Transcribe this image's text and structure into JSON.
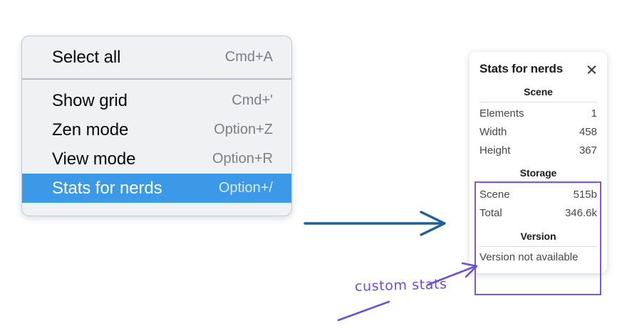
{
  "context_menu": {
    "sections": [
      {
        "name": "primary",
        "items": [
          {
            "label": "Select all",
            "shortcut": "Cmd+A",
            "selected": false
          }
        ]
      },
      {
        "name": "view",
        "items": [
          {
            "label": "Show grid",
            "shortcut": "Cmd+'",
            "selected": false
          },
          {
            "label": "Zen mode",
            "shortcut": "Option+Z",
            "selected": false
          },
          {
            "label": "View mode",
            "shortcut": "Option+R",
            "selected": false
          },
          {
            "label": "Stats for nerds",
            "shortcut": "Option+/",
            "selected": true
          }
        ]
      }
    ],
    "selected_item_color": "#3c99e8"
  },
  "stats_panel": {
    "title": "Stats for nerds",
    "close_icon": "close-icon",
    "groups": [
      {
        "title": "Scene",
        "rows": [
          {
            "key": "Elements",
            "value": "1"
          },
          {
            "key": "Width",
            "value": "458"
          },
          {
            "key": "Height",
            "value": "367"
          }
        ]
      },
      {
        "title": "Storage",
        "rows": [
          {
            "key": "Scene",
            "value": "515b"
          },
          {
            "key": "Total",
            "value": "346.6k"
          }
        ]
      },
      {
        "title": "Version",
        "note": "Version not available",
        "rows": []
      }
    ]
  },
  "annotations": {
    "handwritten_label": "custom stats",
    "handwriting_color": "#6b4fd4",
    "highlight_color": "#7b5bd4",
    "arrow_color": "#1f5fa0"
  }
}
